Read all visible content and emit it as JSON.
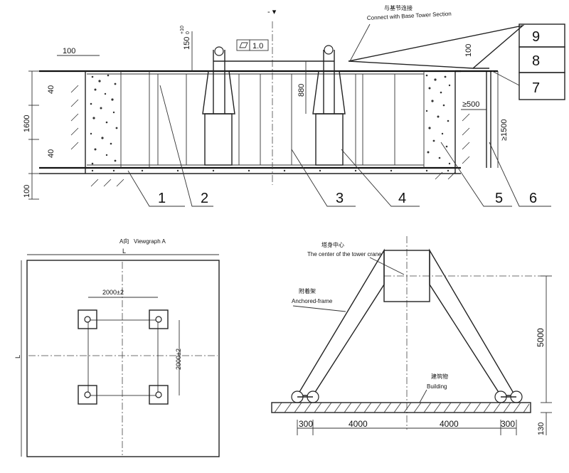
{
  "top": {
    "section_mark": "- ▾",
    "connect_label_cn": "与基节连接",
    "connect_label_en": "Connect with Base Tower Section",
    "flatness": "1.0",
    "dim_150": "150",
    "dim_150_tol_upper": "+10",
    "dim_150_tol_lower": "0",
    "dim_100_left": "100",
    "dim_40_top": "40",
    "dim_1600": "1600",
    "dim_40_bottom": "40",
    "dim_100_bottom": "100",
    "dim_880": "880",
    "dim_500": "≥500",
    "dim_1500": "≥1500",
    "dim_100_right": "100",
    "callouts": [
      "1",
      "2",
      "3",
      "4",
      "5",
      "6",
      "7",
      "8",
      "9"
    ]
  },
  "view_a": {
    "title_cn": "A向",
    "title_en": "Viewgraph A",
    "dim_L_top": "L",
    "dim_L_side": "L",
    "dim_2000_h": "2000±2",
    "dim_2000_v": "2000±2"
  },
  "frame": {
    "center_cn": "塔身中心",
    "center_en": "The center of the tower crane",
    "anchor_cn": "附着架",
    "anchor_en": "Anchored-frame",
    "building_cn": "建筑物",
    "building_en": "Building",
    "dim_5000": "5000",
    "dim_130": "130",
    "bottom_dims": [
      "300",
      "4000",
      "4000",
      "300"
    ]
  }
}
